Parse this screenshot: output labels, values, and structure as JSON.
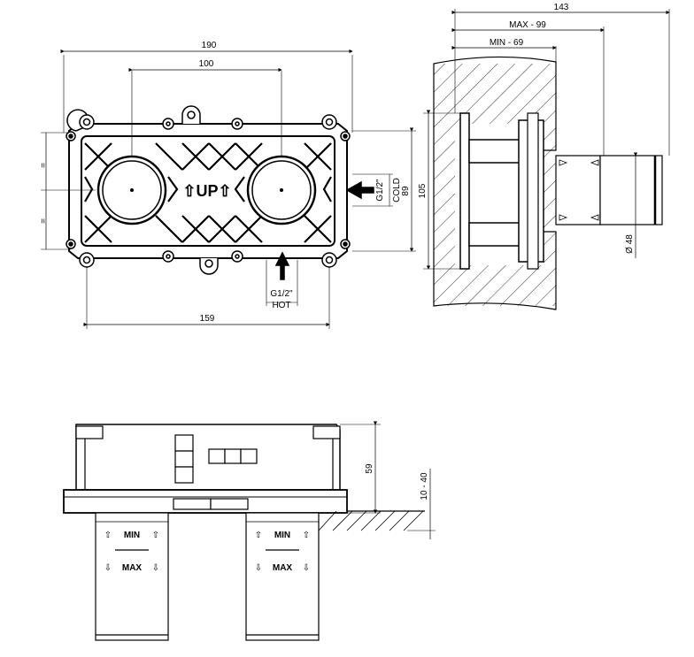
{
  "front_view": {
    "dim_overall_width": "190",
    "dim_center_distance": "100",
    "dim_bottom_width": "159",
    "dim_height_outer": "105",
    "dim_height_inner": "89",
    "equal_mark_top": "=",
    "equal_mark_bottom": "=",
    "up_label": "⇧UP⇧",
    "hot_thread": "G1/2\"",
    "hot_label": "HOT",
    "cold_thread": "G1/2\"",
    "cold_label": "COLD"
  },
  "side_view": {
    "dim_total_depth": "143",
    "dim_max": "MAX - 99",
    "dim_min": "MIN - 69",
    "dim_diameter": "Ø 48"
  },
  "bottom_view": {
    "dim_height": "59",
    "dim_offset": "10 - 40",
    "left_min": "MIN",
    "left_max": "MAX",
    "right_min": "MIN",
    "right_max": "MAX",
    "arrow_up": "⇧",
    "arrow_down": "⇩"
  }
}
